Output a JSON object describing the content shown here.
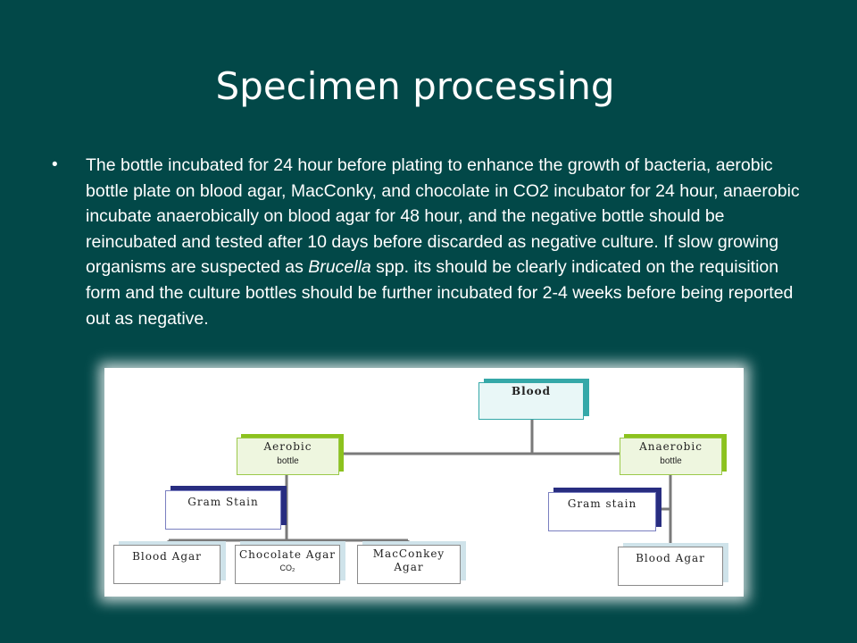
{
  "slide": {
    "title": "Specimen processing",
    "bullet_marker": "•",
    "paragraph": {
      "before_italic": "The bottle incubated for 24 hour before plating to enhance the growth of bacteria, aerobic bottle plate on blood agar, MacConky, and chocolate in CO2 incubator for 24 hour, anaerobic incubate anaerobically on blood agar for 48 hour, and the negative bottle should be reincubated and tested after 10 days before discarded as negative culture.  If slow growing organisms are suspected as ",
      "italic": "Brucella",
      "after_italic": " spp. its should be clearly indicated on the requisition form and the culture bottles should be further incubated for 2-4 weeks before being reported out as negative."
    }
  },
  "diagram": {
    "blood": "Blood",
    "aerobic": {
      "label": "Aerobic",
      "sub": "bottle"
    },
    "anaerobic": {
      "label": "Anaerobic",
      "sub": "bottle"
    },
    "gram_stain_left": "Gram Stain",
    "gram_stain_right": "Gram stain",
    "blood_agar_left": "Blood Agar",
    "chocolate_agar": {
      "label": "Chocolate Agar",
      "sub": "CO₂"
    },
    "macconkey": {
      "line1": "MacConkey",
      "line2": "Agar"
    },
    "blood_agar_right": "Blood Agar",
    "colors": {
      "blood_accent": "#35a8a8",
      "bottle_accent": "#8cc21e",
      "gram_accent": "#282d80",
      "agar_accent": "#cfe3ea",
      "connector": "#7a7a7a"
    }
  }
}
